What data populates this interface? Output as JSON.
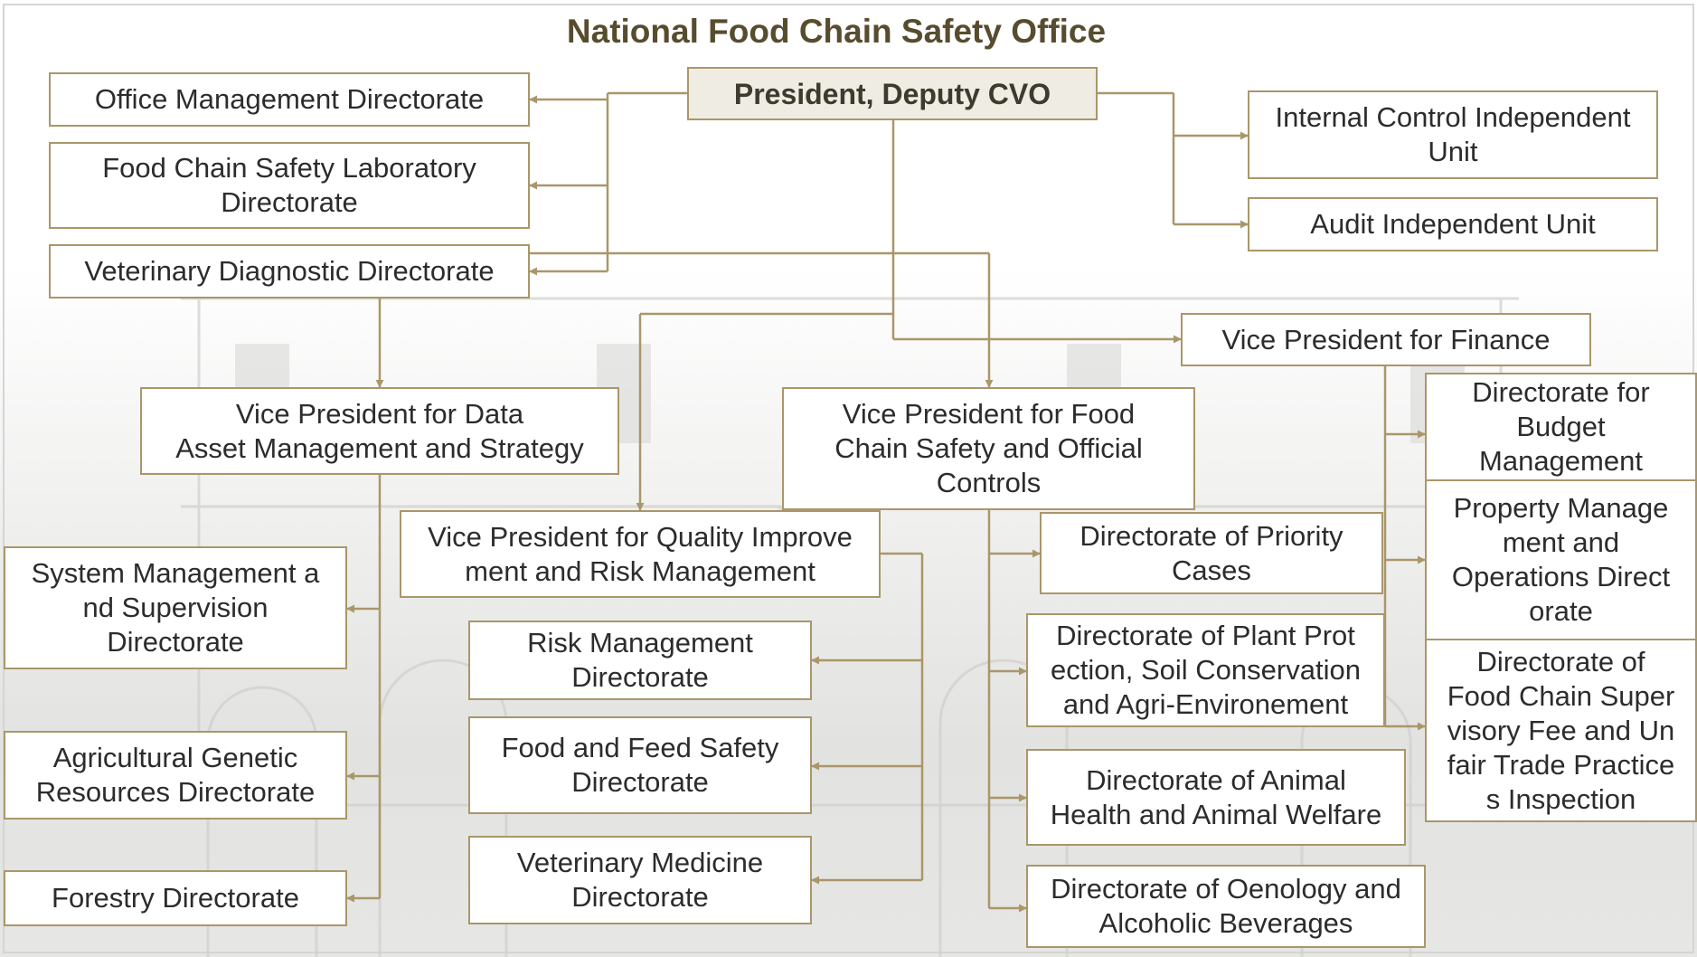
{
  "title": "National Food Chain Safety Office",
  "colors": {
    "connector": "#a9976a",
    "box_border": "#a9976a",
    "head_fill": "#efede3",
    "title_text": "#574c2e"
  },
  "nodes": {
    "president": "President, Deputy CVO",
    "office_management": "Office Management Directorate",
    "lab": "Food Chain Safety Laboratory\nDirectorate",
    "vet_diag": "Veterinary Diagnostic Directorate",
    "internal_control": "Internal  Control Independent\nUnit",
    "audit": "Audit Independent Unit",
    "vp_finance": "Vice President for Finance",
    "vp_data": "Vice President for Data\nAsset Management and Strategy",
    "vp_food": "Vice President for Food\nChain Safety and Official\nControls",
    "vp_quality": "Vice President for Quality Improve\nment and Risk Management",
    "budget": "Directorate for\nBudget\nManagement",
    "property": "Property Manage\nment and\nOperations Direct\norate",
    "fee": "Directorate of\nFood Chain Super\nvisory Fee and Un\nfair Trade Practice\ns Inspection",
    "system_mgmt": "System Management a\nnd Supervision\nDirectorate",
    "agri_genetic": "Agricultural Genetic\nResources Directorate",
    "forestry": "Forestry Directorate",
    "risk": "Risk Management\nDirectorate",
    "feed": "Food and Feed Safety\nDirectorate",
    "vet_med": "Veterinary Medicine\nDirectorate",
    "priority": "Directorate of Priority\nCases",
    "plant": "Directorate of Plant Prot\nection, Soil Conservation\nand Agri-Environement",
    "animal": "Directorate of Animal\nHealth and Animal Welfare",
    "oenology": "Directorate of Oenology and\nAlcoholic Beverages"
  }
}
